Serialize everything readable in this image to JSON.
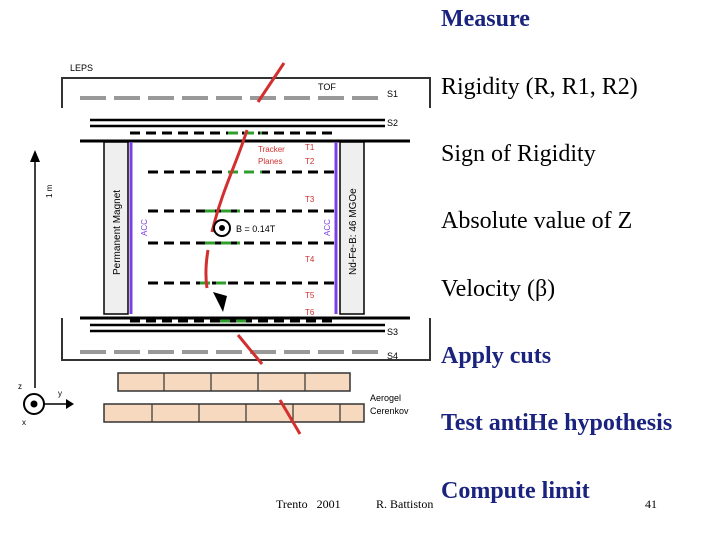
{
  "detector": {
    "experiment_label": "LEPS",
    "tof_label": "TOF",
    "s1": "S1",
    "s2": "S2",
    "s3": "S3",
    "s4": "S4",
    "tracker_label_1": "Tracker",
    "tracker_label_2": "Planes",
    "t1": "T1",
    "t2": "T2",
    "t3": "T3",
    "t4": "T4",
    "t5": "T5",
    "t6": "T6",
    "magnet_left": "Permanent Magnet",
    "magnet_right": "Nd-Fe-B: 46 MGOe",
    "acc_left": "ACC",
    "acc_right": "ACC",
    "field": "B = 0.14T",
    "scale": "1 m",
    "aerogel_1": "Aerogel",
    "aerogel_2": "Cerenkov",
    "axis_z": "z",
    "axis_y": "y",
    "axis_x": "x"
  },
  "list": [
    {
      "text": "Measure",
      "bold": true
    },
    {
      "text": "Rigidity (R, R1, R2)",
      "bold": false
    },
    {
      "text": "Sign of Rigidity",
      "bold": false
    },
    {
      "text": "Absolute value of Z",
      "bold": false
    },
    {
      "text": "Velocity (β)",
      "bold": false
    },
    {
      "text": "Apply cuts",
      "bold": true
    },
    {
      "text": "Test antiHe hypothesis",
      "bold": true
    },
    {
      "text": "Compute limit",
      "bold": true
    }
  ],
  "footer": {
    "place_year": "Trento   2001",
    "author": "R. Battiston",
    "page": "41"
  },
  "colors": {
    "track": "#d32f2f",
    "tracker_green": "#2e9e2e",
    "acc_purple": "#7b3fe4",
    "aerogel_fill": "#f7d9bf",
    "list_bold": "#1a237e"
  }
}
